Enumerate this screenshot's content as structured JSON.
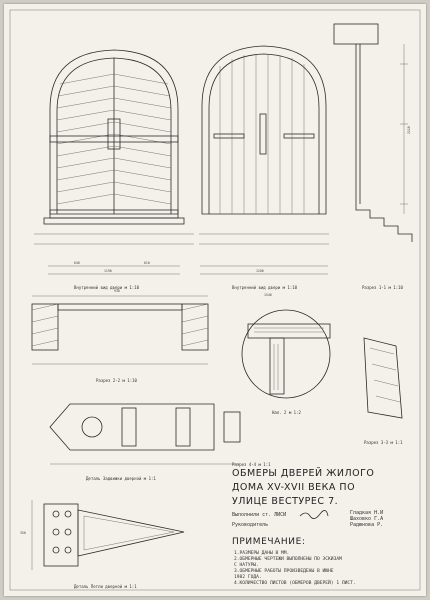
{
  "captions": {
    "inner_view": "Внутренний вид двери  м 1:10",
    "outer_view": "Внутренний вид двери  м 1:10",
    "section_11": "Разрез 1-1  м 1:10",
    "section_22": "Разрез 2-2  м 1:10",
    "node2": "Нал. 2  м 1:2",
    "section_33": "Разрез 3-3  м 1:1",
    "section_44": "Разрез 4-4  м 1:1",
    "detail_hinge": "Деталь  Задвижки  дверной  м 1:1",
    "detail_loop": "Деталь  Петли  дверной  м 1:1"
  },
  "title_block": {
    "line1": "ОБМЕРЫ ДВЕРЕЙ ЖИЛОГО",
    "line2": "ДОМА XV-XVII ВЕКА ПО",
    "line3": "УЛИЦЕ ВЕСТУРЕС 7.",
    "performed": "Выполнили ст. ЛИСИ",
    "supervisor": "Руководитель",
    "names": [
      "Гладкая  Н.И",
      "Шаховко  Г.А",
      "Радюнова  Р."
    ]
  },
  "notes": {
    "heading": "ПРИМЕЧАНИЕ:",
    "items": [
      "1.РАЗМЕРЫ ДАНЫ В ММ.",
      "2.ОБМЕРНЫЕ ЧЕРТЕЖИ ВЫПОЛНЕНЫ ПО ЭСКИЗАМ",
      "  С НАТУРЫ.",
      "3.ОБМЕРНЫЕ РАБОТЫ ПРОИЗВЕДЕНЫ В ИЮНЕ",
      "  1982 ГОДА.",
      "4.КОЛИЧЕСТВО ЛИСТОВ (ОБМЕРОВ ДВЕРЕЙ) 1 ЛИСТ."
    ]
  },
  "dims": {
    "d1": "1190",
    "d2": "640",
    "d3": "610",
    "d4": "1200",
    "d5": "2110",
    "d6": "930",
    "d7": "1540",
    "d8": "350"
  }
}
